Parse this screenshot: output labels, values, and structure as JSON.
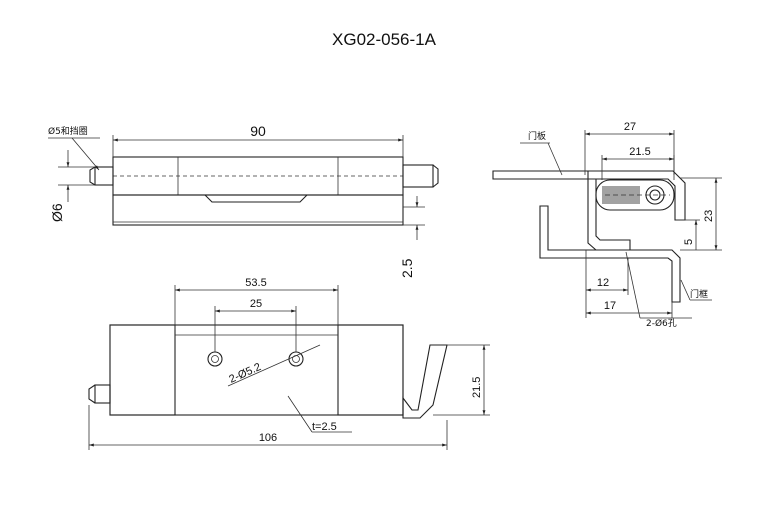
{
  "title": "XG02-056-1A",
  "front_view": {
    "pin_note": "Ø5和挡圈",
    "dim_length": "90",
    "dim_diameter": "Ø6",
    "dim_offset": "2.5"
  },
  "side_view": {
    "door_panel": "门板",
    "door_frame": "门框",
    "dim_27": "27",
    "dim_21_5": "21.5",
    "dim_23": "23",
    "dim_5": "5",
    "dim_12": "12",
    "dim_17": "17",
    "hole_note": "2-Ø6孔"
  },
  "plan_view": {
    "dim_53_5": "53.5",
    "dim_25": "25",
    "hole_note": "2-Ø5.2",
    "dim_21_5": "21.5",
    "thickness_note": "t=2.5",
    "dim_106": "106"
  }
}
